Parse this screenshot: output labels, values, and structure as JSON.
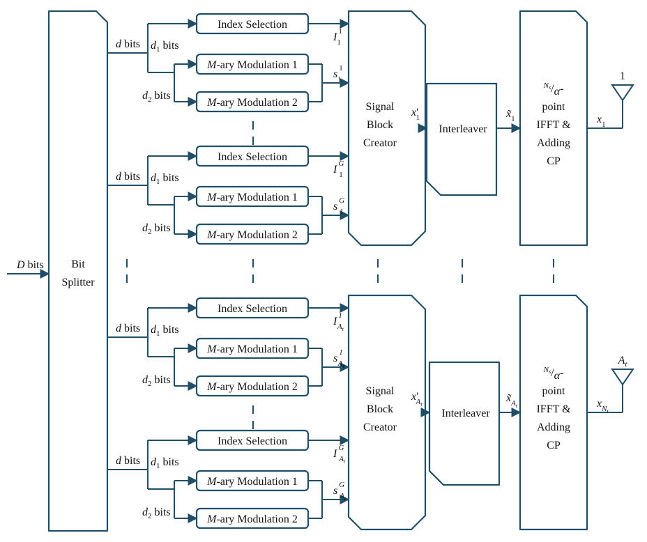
{
  "input_label": "D bits",
  "bit_splitter": [
    "Bit",
    "Splitter"
  ],
  "d_bits": "bits",
  "d_var": "d",
  "d1_label": "bits",
  "d2_label": "bits",
  "index_selection": "Index Selection",
  "mary_mod1": "-ary Modulation 1",
  "mary_mod2": "-ary Modulation 2",
  "m_var": "M",
  "signal_block": [
    "Signal",
    "Block",
    "Creator"
  ],
  "interleaver": "Interleaver",
  "ifft": [
    "point",
    "IFFT &",
    "Adding",
    "CP"
  ],
  "ifft_frac": {
    "num": "N",
    "num_sub": "s",
    "den": "α"
  },
  "antenna_labels": [
    "1",
    "A"
  ],
  "antenna_label_sub": "t",
  "colors": {
    "stroke": "#1f4e66",
    "text": "#111111",
    "background": "#ffffff"
  }
}
